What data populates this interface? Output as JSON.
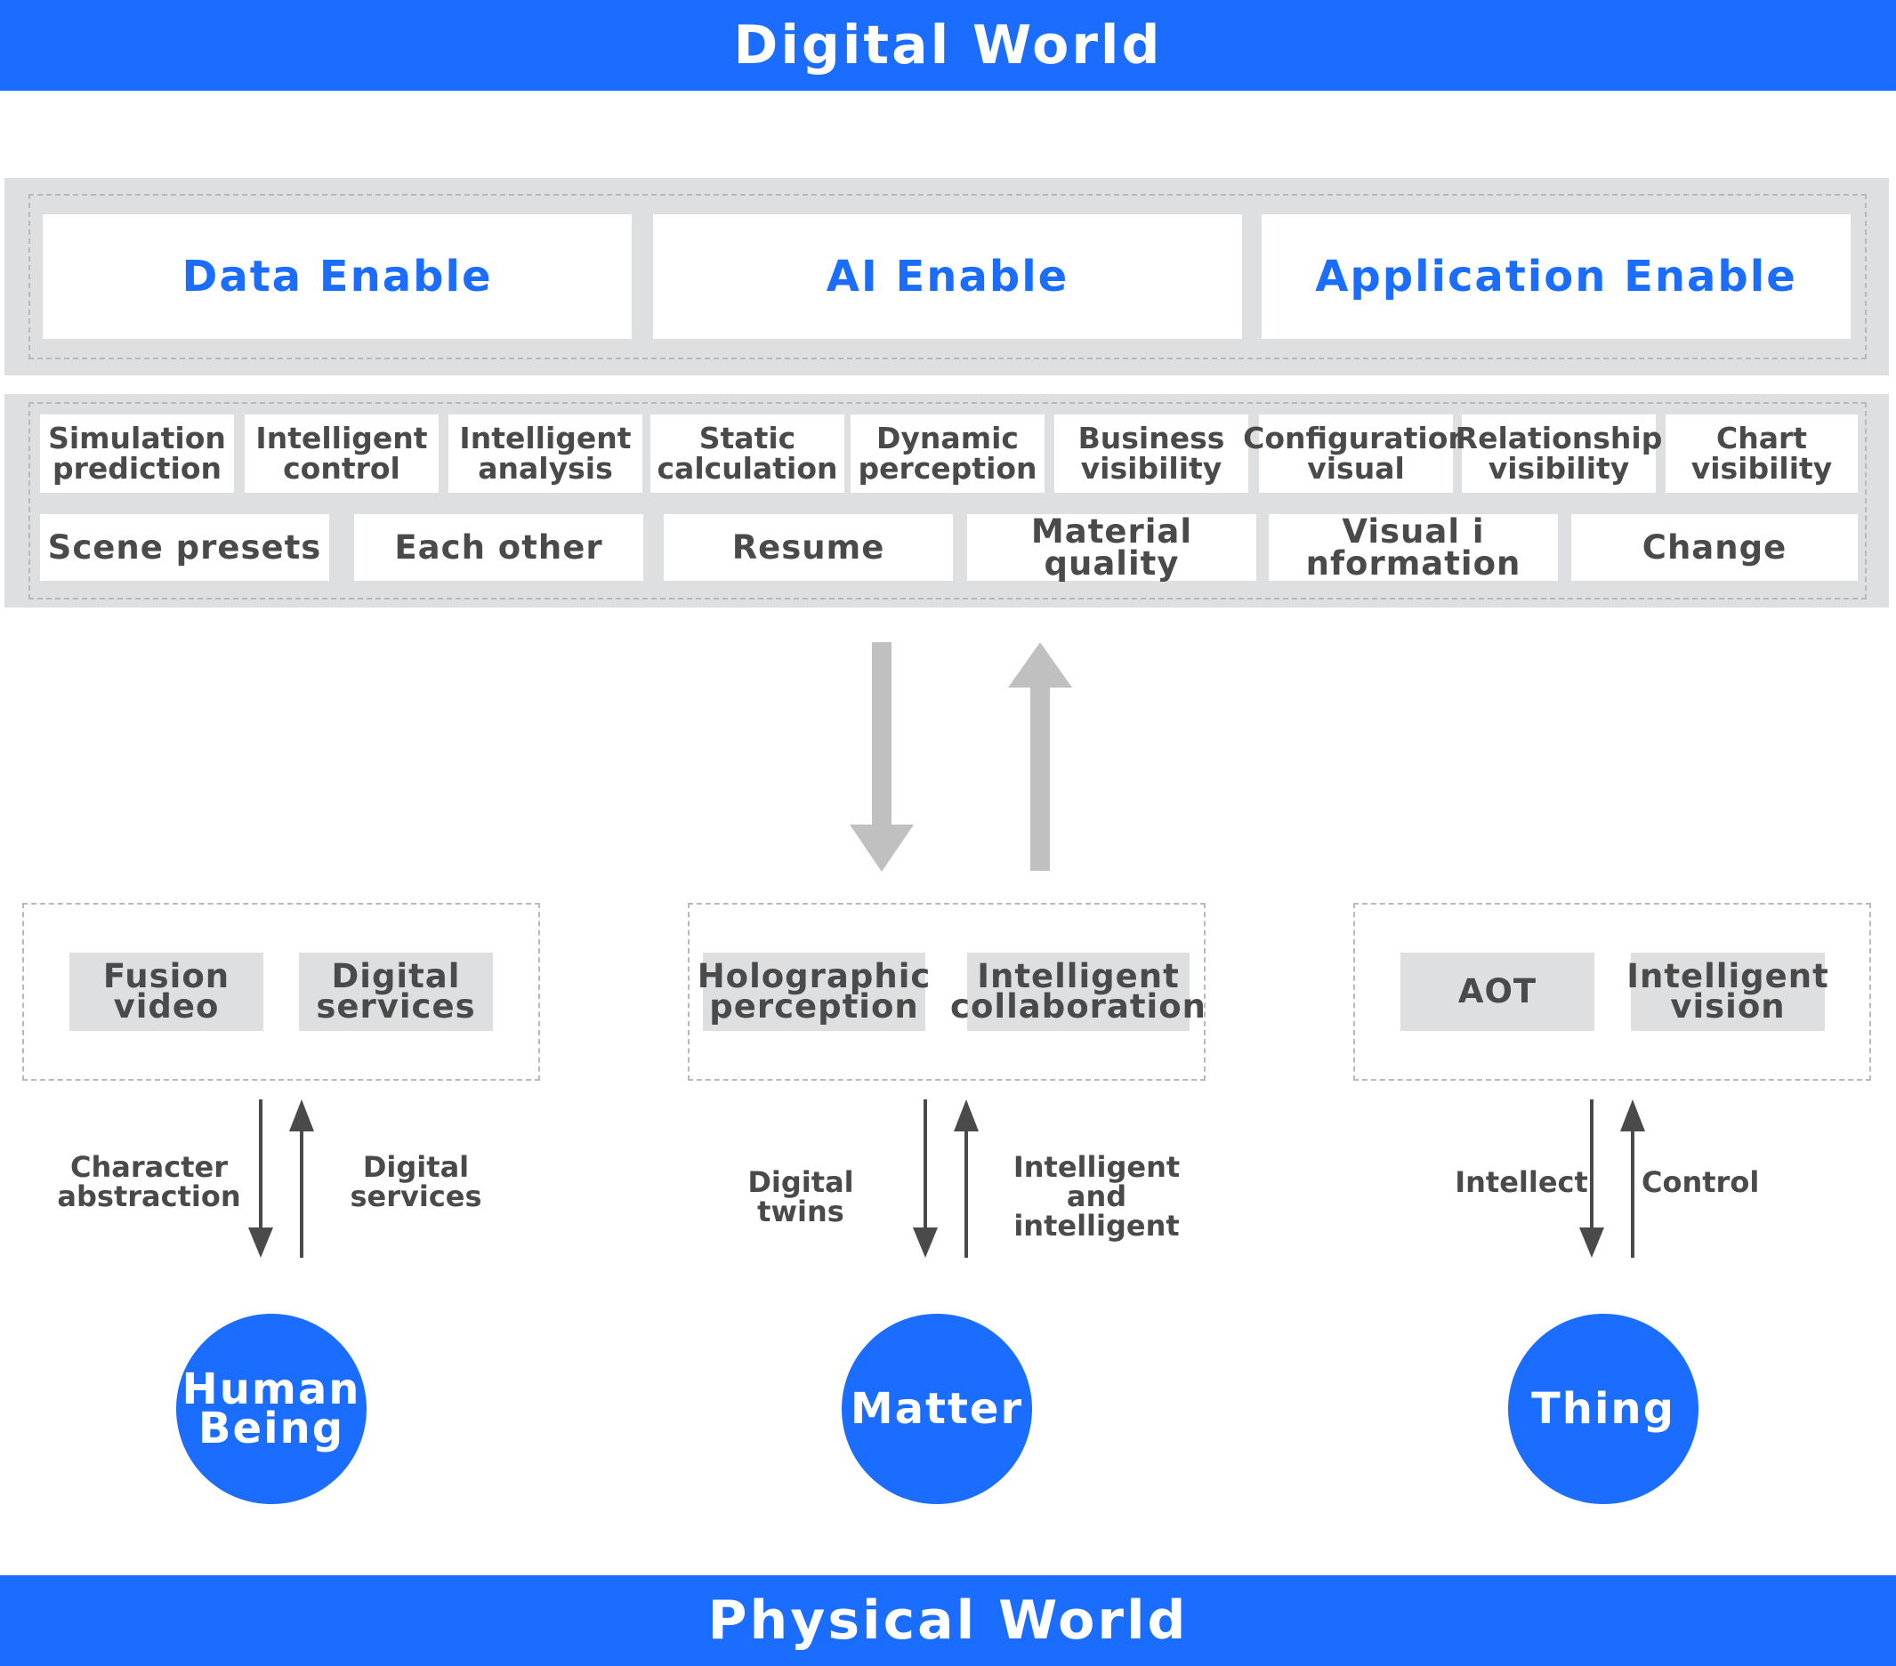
{
  "colors": {
    "accent": "#1a6dff",
    "panel": "#dedfe1",
    "text": "#4a4a4a",
    "arrow_gray": "#c0c0c0",
    "arrow_dark": "#4a4a4a"
  },
  "header": {
    "title": "Digital World"
  },
  "footer": {
    "title": "Physical World"
  },
  "enable": [
    "Data Enable",
    "AI Enable",
    "Application Enable"
  ],
  "capabilities_row1": [
    "Simulation\nprediction",
    "Intelligent\ncontrol",
    "Intelligent\nanalysis",
    "Static\ncalculation",
    "Dynamic\nperception",
    "Business\nvisibility",
    "Configuration\nvisual",
    "Relationship\nvisibility",
    "Chart\nvisibility"
  ],
  "capabilities_row2": [
    "Scene presets",
    "Each other",
    "Resume",
    "Material quality",
    "Visual i\nnformation",
    "Change"
  ],
  "groups": {
    "human": {
      "boxes": [
        "Fusion\nvideo",
        "Digital\nservices"
      ],
      "label_down": "Character\nabstraction",
      "label_up": "Digital\nservices",
      "entity": "Human\nBeing"
    },
    "matter": {
      "boxes": [
        "Holographic\nperception",
        "Intelligent\ncollaboration"
      ],
      "label_down": "Digital twins",
      "label_up": "Intelligent\nand intelligent",
      "entity": "Matter"
    },
    "thing": {
      "boxes": [
        "AOT",
        "Intelligent\nvision"
      ],
      "label_down": "Intellect",
      "label_up": "Control",
      "entity": "Thing"
    }
  }
}
